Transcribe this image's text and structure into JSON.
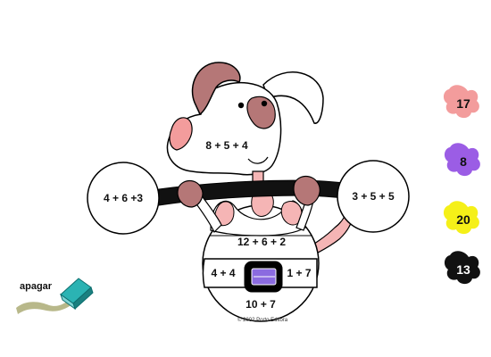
{
  "copyright": "© 2002 Porto Editora",
  "eraser": {
    "label": "apagar"
  },
  "sums": {
    "face": "8 + 5 + 4",
    "left_plate": "4 + 6 +3",
    "right_plate": "3 + 5 + 5",
    "belly_top": "12 + 6 + 2",
    "belt_left": "4 + 4",
    "belt_right": "1 + 7",
    "belly_bottom": "10 + 7"
  },
  "palette": [
    {
      "value": "17",
      "color": "#f39c9c"
    },
    {
      "value": "8",
      "color": "#9b5de5"
    },
    {
      "value": "20",
      "color": "#f5f018"
    },
    {
      "value": "13",
      "color": "#111111"
    }
  ],
  "colors": {
    "dog_brown": "#b57777",
    "pink": "#f5b5b5",
    "belt_buckle": "#8b6be0",
    "outline": "#000000"
  }
}
